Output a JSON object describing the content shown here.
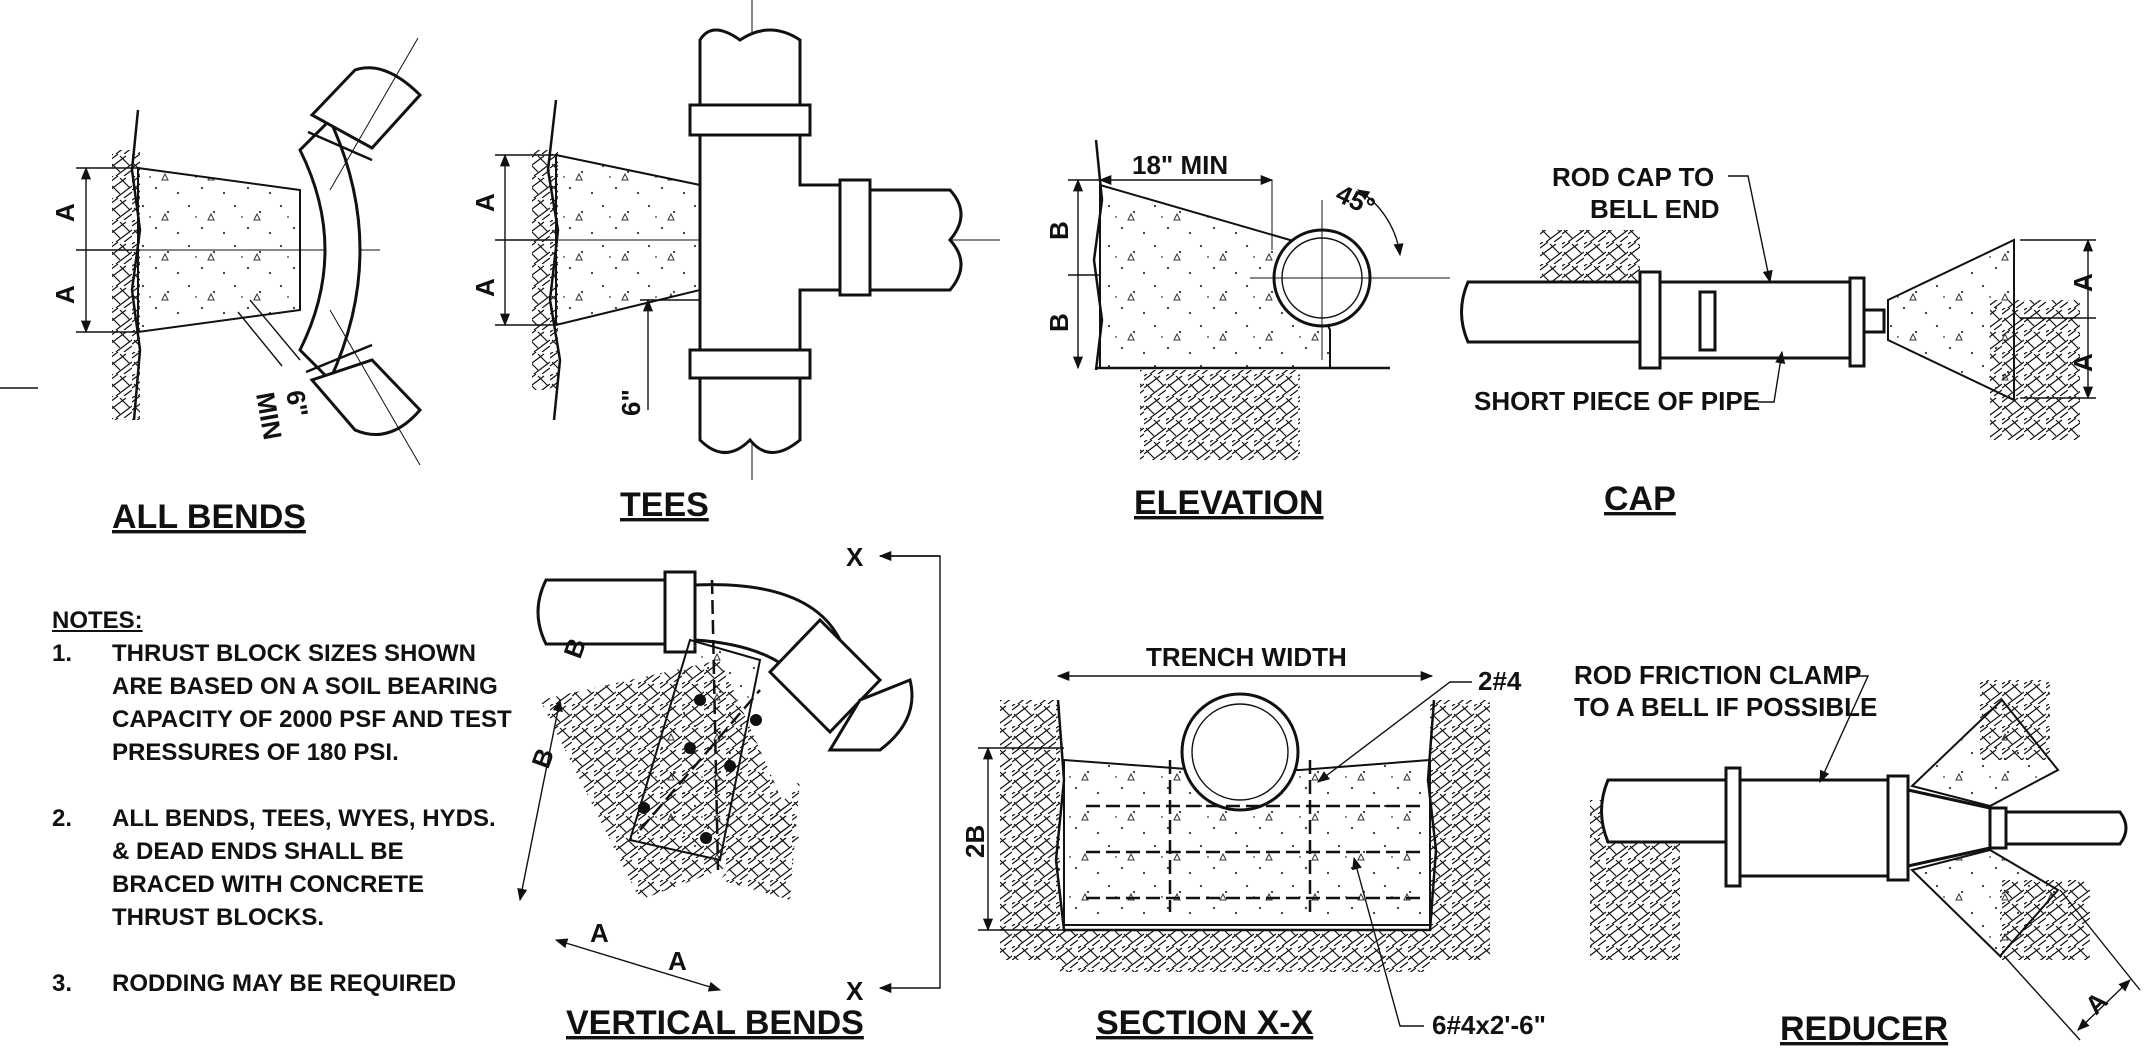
{
  "titles": {
    "all_bends": "ALL BENDS",
    "tees": "TEES",
    "elevation": "ELEVATION",
    "cap": "CAP",
    "vertical_bends": "VERTICAL BENDS",
    "section": "SECTION X-X",
    "reducer": "REDUCER"
  },
  "dimensions": {
    "a": "A",
    "b": "B",
    "two_b": "2B",
    "six_in": "6\"",
    "six_in_min_num": "6\"",
    "min": "MIN",
    "eighteen_min": "18\" MIN",
    "angle_45": "45°",
    "trench_width": "TRENCH WIDTH",
    "section_mark": "X"
  },
  "callouts": {
    "rod_cap_line1": "ROD CAP TO",
    "rod_cap_line2": "BELL END",
    "short_piece": "SHORT PIECE OF PIPE",
    "rod_friction_line1": "ROD FRICTION CLAMP",
    "rod_friction_line2": "TO A BELL IF POSSIBLE",
    "rebar_top": "2#4",
    "rebar_bottom": "6#4x2'-6\""
  },
  "notes": {
    "heading": "NOTES:",
    "items": [
      {
        "num": "1.",
        "text": "THRUST BLOCK SIZES SHOWN ARE BASED ON A SOIL BEARING CAPACITY OF 2000 PSF AND TEST PRESSURES OF 180 PSI."
      },
      {
        "num": "2.",
        "text": "ALL BENDS, TEES, WYES, HYDS. & DEAD ENDS SHALL BE BRACED WITH CONCRETE THRUST BLOCKS."
      },
      {
        "num": "3.",
        "text": "RODDING MAY BE REQUIRED"
      }
    ]
  }
}
